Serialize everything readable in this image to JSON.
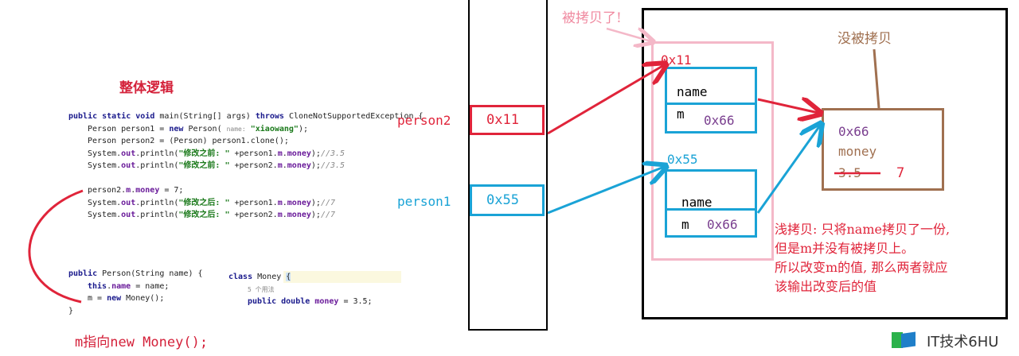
{
  "title": "整体逻辑",
  "code": {
    "main_sig_kw": "public static void",
    "main_sig_rest": " main(String[] args) ",
    "main_throws_kw": "throws",
    "main_throws_rest": " CloneNotSupportedException {",
    "l1_a": "Person person1 = ",
    "l1_new": "new",
    "l1_b": " Person( ",
    "l1_hint": "name:",
    "l1_str": "\"xiaowang\"",
    "l1_c": ");",
    "l2": "Person person2 = (Person) person1.clone();",
    "l3_a": "System.",
    "l3_out": "out",
    "l3_b": ".println(",
    "l3_str": "\"修改之前: \"",
    "l3_c": " +person1.",
    "l3_m": "m",
    "l3_d": ".",
    "l3_money": "money",
    "l3_e": ");",
    "l3_cm": "//3.5",
    "l4_c": " +person2.",
    "l4_cm": "//3.5",
    "l5_a": "person2.",
    "l5_m": "m",
    "l5_b": ".",
    "l5_money": "money",
    "l5_c": " = 7;",
    "l6_str": "\"修改之后: \"",
    "l6_cm": "//7",
    "l7_cm": "//7",
    "ctor_kw": "public",
    "ctor_rest": " Person(String name) {",
    "ctor_l1_kw": "this",
    "ctor_l1_b": ".",
    "ctor_l1_name": "name",
    "ctor_l1_c": " = name;",
    "ctor_l2_a": "m = ",
    "ctor_l2_new": "new",
    "ctor_l2_b": " Money();",
    "ctor_close": "}",
    "money_kw": "class",
    "money_rest": " Money ",
    "money_brace": "{",
    "money_usages": "5 个用法",
    "money_field_kw": "public double",
    "money_field_b": " ",
    "money_field_name": "money",
    "money_field_c": " = 3.5;"
  },
  "note_bottom": "m指向new Money();",
  "stack": {
    "person2_label": "person2",
    "person2_addr": "0x11",
    "person1_label": "person1",
    "person1_addr": "0x55"
  },
  "heap": {
    "copied_label": "被拷贝了!",
    "obj1_addr": "0x11",
    "obj1_field1": "name",
    "obj1_field2": "m",
    "obj1_field2_val": "0x66",
    "obj2_addr": "0x55",
    "obj2_field1": "name",
    "obj2_field2": "m",
    "obj2_field2_val": "0x66",
    "not_copied_label": "没被拷贝",
    "money_addr": "0x66",
    "money_field": "money",
    "money_old": "3.5",
    "money_new": "7"
  },
  "explain": {
    "line1": "浅拷贝: 只将name拷贝了一份,",
    "line2": "但是m并没有被拷贝上。",
    "line3": "所以改变m的值, 那么两者就应",
    "line4": "该输出改变后的值"
  },
  "watermark": "IT技术6HU",
  "colors": {
    "red": "#e0243a",
    "blue": "#1aa3d6",
    "purple": "#7a3f8f",
    "brown": "#a07050",
    "pink": "#f4b8c8"
  }
}
